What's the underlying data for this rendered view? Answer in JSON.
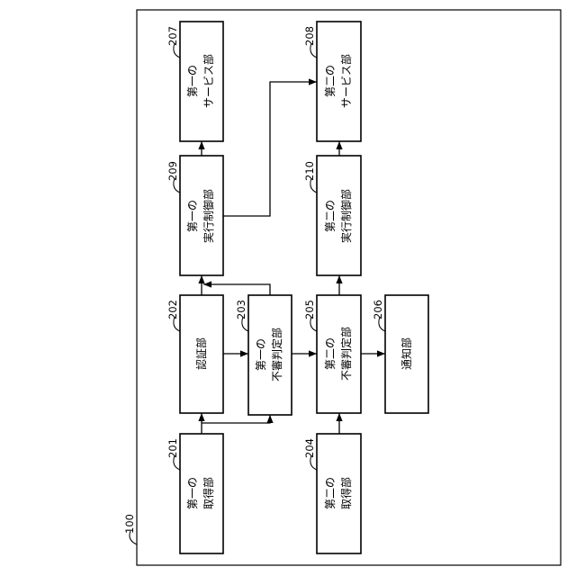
{
  "system": {
    "ref": "100"
  },
  "blocks": {
    "b201": {
      "ref": "201",
      "line1": "第一の",
      "line2": "取得部"
    },
    "b202": {
      "ref": "202",
      "line1": "認証部"
    },
    "b203": {
      "ref": "203",
      "line1": "第一の",
      "line2": "不審判定部"
    },
    "b204": {
      "ref": "204",
      "line1": "第二の",
      "line2": "取得部"
    },
    "b205": {
      "ref": "205",
      "line1": "第二の",
      "line2": "不審判定部"
    },
    "b206": {
      "ref": "206",
      "line1": "通知部"
    },
    "b207": {
      "ref": "207",
      "line1": "第一の",
      "line2": "サービス部"
    },
    "b208": {
      "ref": "208",
      "line1": "第二の",
      "line2": "サービス部"
    },
    "b209": {
      "ref": "209",
      "line1": "第一の",
      "line2": "実行制御部"
    },
    "b210": {
      "ref": "210",
      "line1": "第二の",
      "line2": "実行制御部"
    }
  }
}
